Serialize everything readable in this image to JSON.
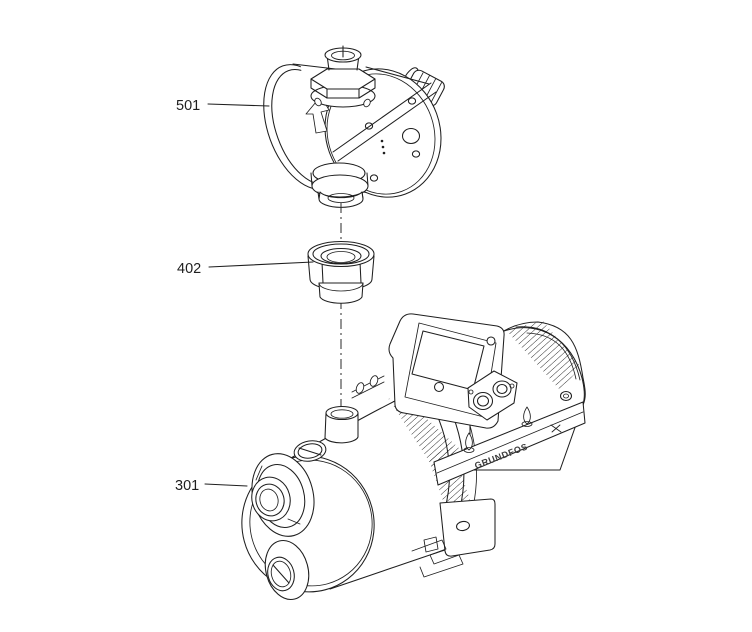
{
  "figure": {
    "kind": "exploded-parts-line-diagram",
    "background_color": "#ffffff",
    "line_color": "#1f1f1f"
  },
  "callouts": [
    {
      "label": "501",
      "part": "pressure-manager-unit"
    },
    {
      "label": "402",
      "part": "union-coupling-nut"
    },
    {
      "label": "301",
      "part": "pump-motor-unit"
    }
  ],
  "brand": {
    "logo_text": "GRUNDFOS"
  }
}
